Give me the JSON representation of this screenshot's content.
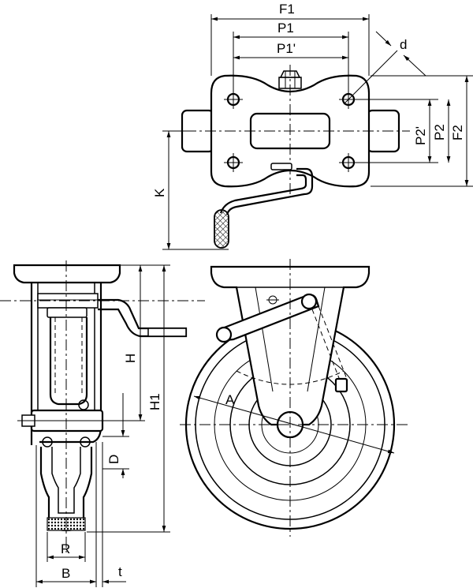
{
  "dimension_labels": {
    "F1": "F1",
    "P1": "P1",
    "P1_prime": "P1'",
    "d": "d",
    "P2_prime": "P2'",
    "P2": "P2",
    "F2": "F2",
    "K": "K",
    "H": "H",
    "H1": "H1",
    "A": "A",
    "D": "D",
    "R": "R",
    "B": "B",
    "t": "t"
  }
}
